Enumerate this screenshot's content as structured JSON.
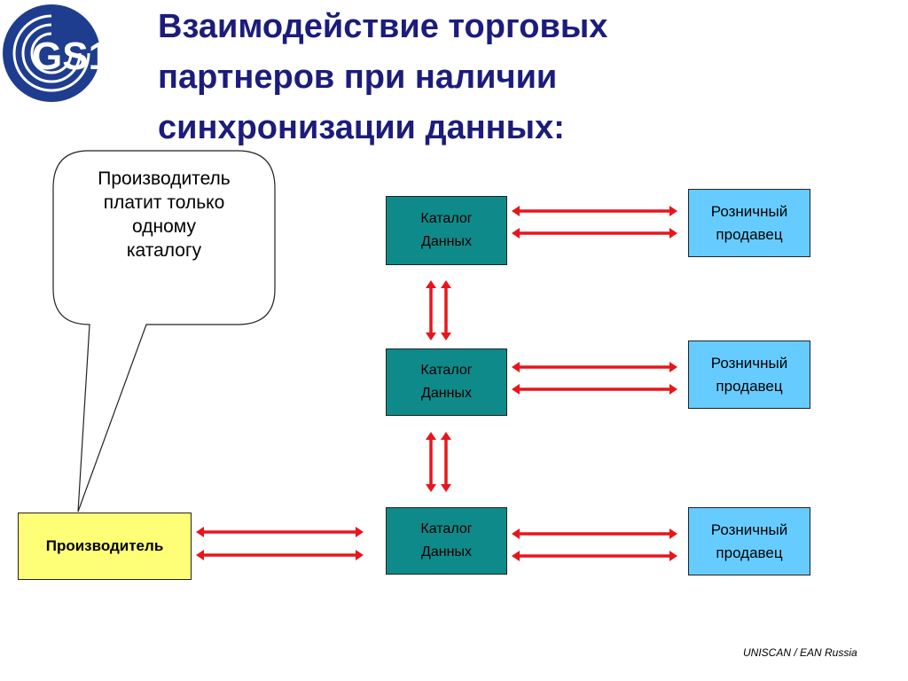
{
  "header": {
    "logo_text": "GS1",
    "title_lines": [
      "Взаимодействие торговых",
      "партнеров при наличии",
      "синхронизации данных:"
    ]
  },
  "callout": {
    "lines": [
      "Производитель",
      "платит только",
      "одному",
      "каталогу"
    ]
  },
  "producer": {
    "label": "Производитель"
  },
  "catalogs": [
    {
      "line1": "Каталог",
      "line2": "Данных"
    },
    {
      "line1": "Каталог",
      "line2": "Данных"
    },
    {
      "line1": "Каталог",
      "line2": "Данных"
    }
  ],
  "retailers": [
    {
      "line1": "Розничный",
      "line2": "продавец"
    },
    {
      "line1": "Розничный",
      "line2": "продавец"
    },
    {
      "line1": "Розничный",
      "line2": "продавец"
    }
  ],
  "colors": {
    "title": "#1c1c7c",
    "arrow": "#e8151b",
    "catalog_fill": "#0f8a8a",
    "retailer_fill": "#66ccff",
    "producer_fill": "#ffff77",
    "logo_blue": "#1f3d8f"
  },
  "footer": {
    "text": "UNISCAN / EAN Russia"
  }
}
